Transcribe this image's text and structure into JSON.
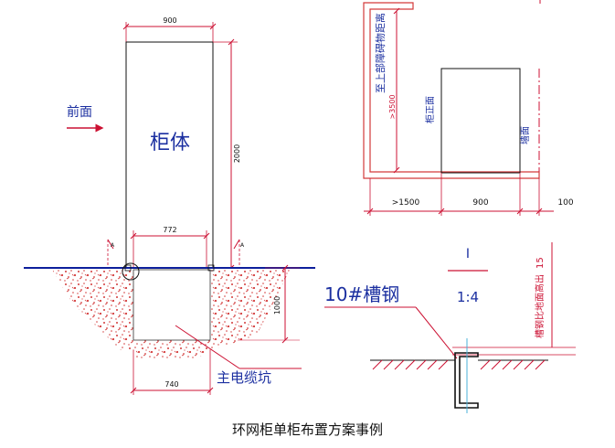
{
  "caption": "环网柜单柜布置方案事例",
  "elevation": {
    "front_label": "前面",
    "cabinet_label": "柜体",
    "width_dim": "900",
    "height_dim": "2000",
    "inner_width_dim": "772",
    "depth_dim": "1000",
    "trench_bottom_dim": "740",
    "section_mark_left": "A",
    "section_mark_right": "A",
    "trench_label": "主电缆坑"
  },
  "plan": {
    "top_label": "至上部障碍物距离",
    "height_dim": ">3500",
    "cabinet_front_label": "柜正面",
    "wall_label": "墙面",
    "left_dim": ">1500",
    "mid_dim": "900",
    "right_dim": "100"
  },
  "detail": {
    "channel_label": "10#槽钢",
    "scale_num": "I",
    "scale_ratio": "1:4",
    "height_label": "槽钢比地面高出",
    "height_value": "15"
  },
  "colors": {
    "line": "#111111",
    "dimension": "#cc1133",
    "accent_blue": "#1b2fa0",
    "hatch": "#d33a3a",
    "ground": "#0d1f9c"
  }
}
